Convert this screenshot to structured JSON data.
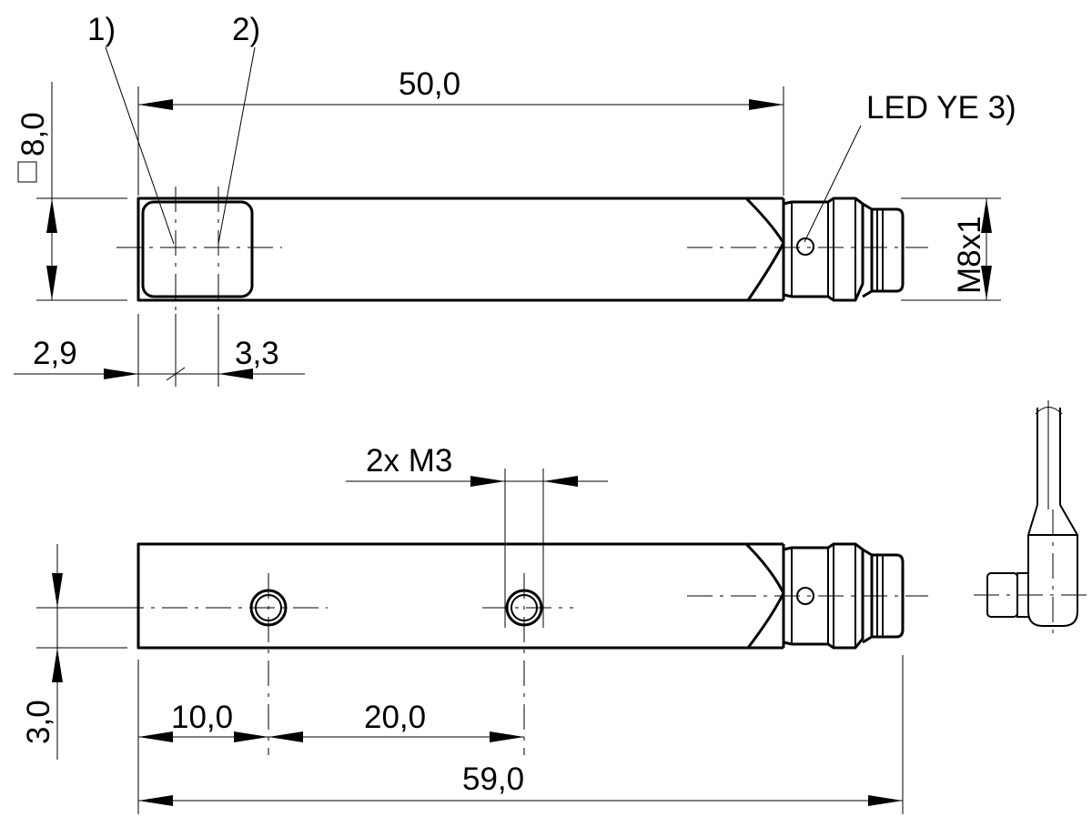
{
  "callouts": {
    "ref1": "1)",
    "ref2": "2)",
    "led": "LED YE 3)"
  },
  "dimensions": {
    "length_50": "50,0",
    "square_8": "8,0",
    "thread": "M8x1",
    "offset_2_9": "2,9",
    "offset_3_3": "3,3",
    "holes": "2x M3",
    "height_3": "3,0",
    "hole_10": "10,0",
    "hole_20": "20,0",
    "length_59": "59,0"
  }
}
